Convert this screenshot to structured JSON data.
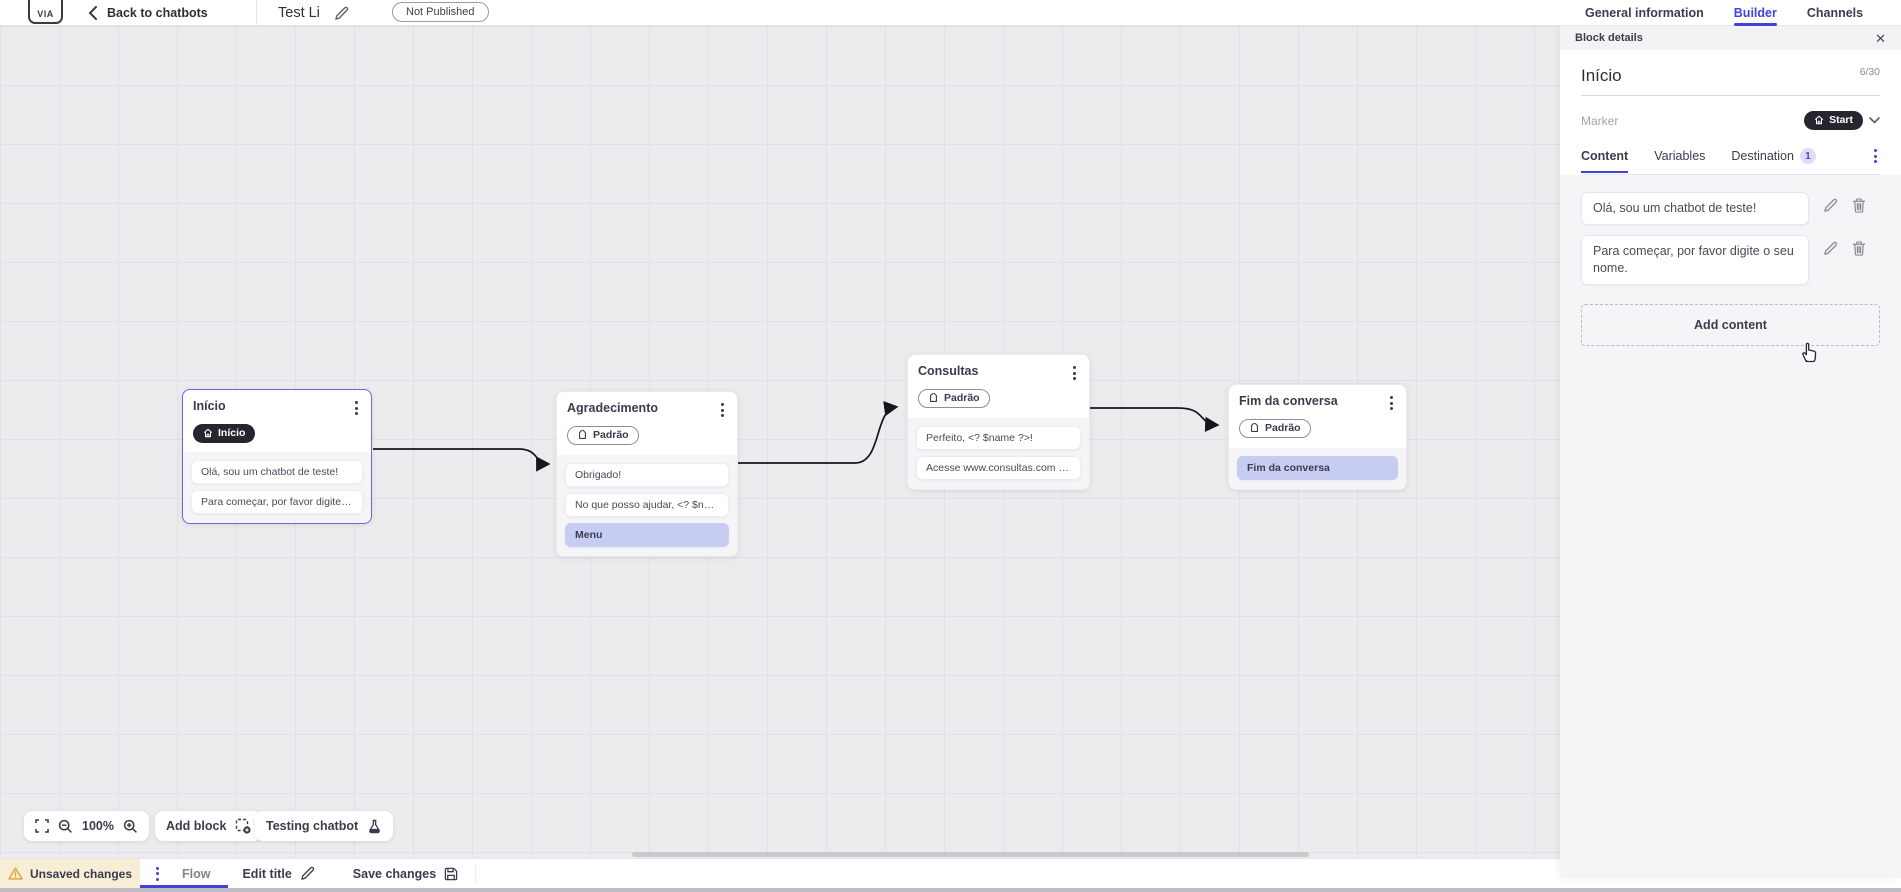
{
  "accent": "#4442d6",
  "topbar": {
    "logo_text": "VIA",
    "back_label": "Back to chatbots",
    "bot_title": "Test Li",
    "status_badge": "Not Published",
    "tabs": [
      {
        "label": "General information"
      },
      {
        "label": "Builder"
      },
      {
        "label": "Channels"
      }
    ]
  },
  "canvas": {
    "zoom_level": "100%",
    "add_block_label": "Add block",
    "testing_label": "Testing chatbot",
    "nodes": [
      {
        "title": "Início",
        "badge": "Início",
        "badge_type": "start",
        "selected": true,
        "items": [
          {
            "text": "Olá, sou um chatbot de teste!",
            "type": "message"
          },
          {
            "text": "Para começar, por favor digite o ...",
            "type": "message"
          }
        ]
      },
      {
        "title": "Agradecimento",
        "badge": "Padrão",
        "badge_type": "default",
        "items": [
          {
            "text": "Obrigado!",
            "type": "message"
          },
          {
            "text": "No que posso ajudar, <? $name ...",
            "type": "message"
          },
          {
            "text": "Menu",
            "type": "action"
          }
        ]
      },
      {
        "title": "Consultas",
        "badge": "Padrão",
        "badge_type": "default",
        "items": [
          {
            "text": "Perfeito, <? $name ?>!",
            "type": "message"
          },
          {
            "text": "Acesse www.consultas.com par...",
            "type": "message"
          }
        ]
      },
      {
        "title": "Fim da conversa",
        "badge": "Padrão",
        "badge_type": "default",
        "items": [
          {
            "text": "Fim da conversa",
            "type": "action"
          }
        ]
      }
    ]
  },
  "panel": {
    "header": "Block details",
    "block_name": "Início",
    "name_counter": "6/30",
    "marker_label": "Marker",
    "marker_value": "Start",
    "tabs": [
      {
        "label": "Content"
      },
      {
        "label": "Variables"
      },
      {
        "label": "Destination",
        "badge": "1"
      }
    ],
    "contents": [
      "Olá, sou um chatbot de teste!",
      "Para começar, por favor digite o seu nome."
    ],
    "add_content_label": "Add content"
  },
  "bottombar": {
    "unsaved_label": "Unsaved changes",
    "flow_tab_label": "Flow",
    "edit_title_label": "Edit title",
    "save_label": "Save changes"
  }
}
